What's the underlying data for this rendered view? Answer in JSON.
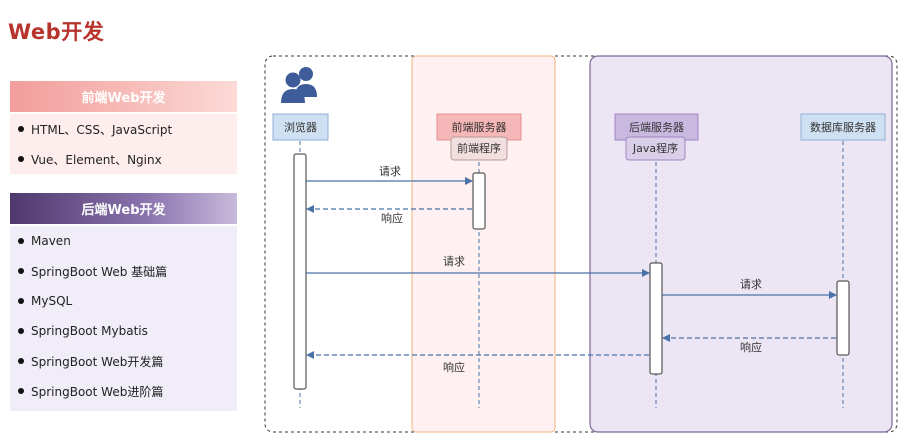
{
  "title": "Web开发",
  "frontend": {
    "header": "前端Web开发",
    "items": [
      "HTML、CSS、JavaScript",
      "Vue、Element、Nginx"
    ]
  },
  "backend": {
    "header": "后端Web开发",
    "items": [
      "Maven",
      "SpringBoot Web 基础篇",
      "MySQL",
      "SpringBoot Mybatis",
      "SpringBoot Web开发篇",
      "SpringBoot Web进阶篇"
    ]
  },
  "diagram": {
    "participants": {
      "browser": "浏览器",
      "frontend_server": "前端服务器",
      "backend_server": "后端服务器",
      "db_server": "数据库服务器"
    },
    "programs": {
      "frontend": "前端程序",
      "backend": "Java程序"
    },
    "messages": {
      "req1": "请求",
      "resp1": "响应",
      "req2": "请求",
      "req3": "请求",
      "resp3": "响应",
      "resp2": "响应"
    }
  },
  "colors": {
    "title": "#b8332b",
    "arrow": "#4b72a8",
    "participant_fill": "#cfe0f2",
    "frontend_zone": "#fff1f1",
    "backend_zone": "#ece6f4"
  }
}
